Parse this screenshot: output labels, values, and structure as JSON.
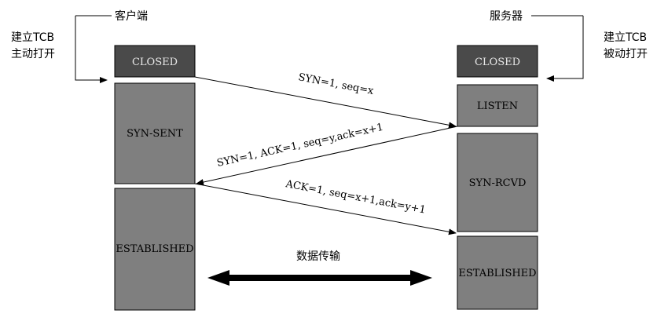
{
  "client": {
    "title": "客户端",
    "note_line1": "建立TCB",
    "note_line2": "主动打开",
    "states": [
      "CLOSED",
      "SYN-SENT",
      "ESTABLISHED"
    ]
  },
  "server": {
    "title": "服务器",
    "note_line1": "建立TCB",
    "note_line2": "被动打开",
    "states": [
      "CLOSED",
      "LISTEN",
      "SYN-RCVD",
      "ESTABLISHED"
    ]
  },
  "messages": [
    "SYN=1, seq=x",
    "SYN=1, ACK=1, seq=y,ack=x+1",
    "ACK=1, seq=x+1,ack=y+1"
  ],
  "data_transfer_label": "数据传输",
  "colors": {
    "closed_fill": "#4a4a4a",
    "state_fill": "#7f7f7f",
    "line": "#000000",
    "text_light": "#e8e8e8"
  }
}
